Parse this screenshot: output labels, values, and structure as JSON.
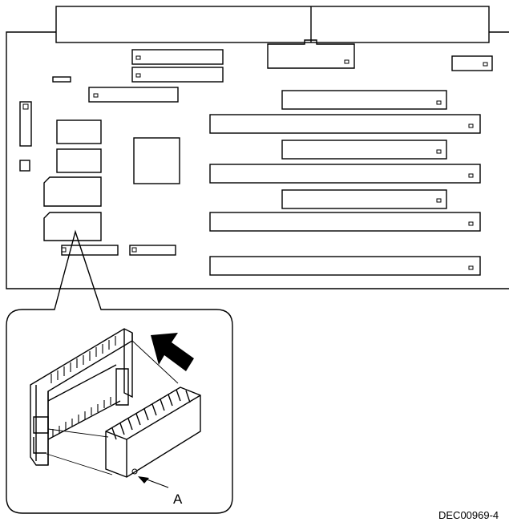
{
  "figure": {
    "callout_label": "A",
    "figure_id": "DEC00969-4",
    "colors": {
      "ink": "#000000",
      "paper": "#ffffff"
    },
    "parts": {
      "board": "system-board-outline",
      "drive_bays": "drive-bay-frame",
      "isa_slots": 4,
      "pci_slots": 3,
      "simm_sockets": 2,
      "zoom_detail": "battery-socket-with-clock-module",
      "arrow_icon": "insert-direction-arrow-icon"
    }
  }
}
